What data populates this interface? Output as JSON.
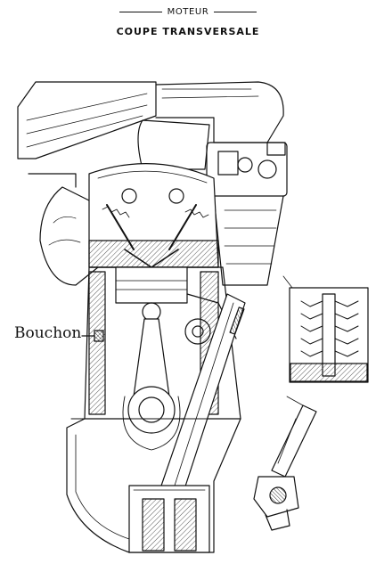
{
  "header": {
    "section_label": "MOTEUR",
    "title": "COUPE TRANSVERSALE"
  },
  "callouts": {
    "plug_label": "Bouchon"
  },
  "colors": {
    "ink": "#111111",
    "paper": "#ffffff",
    "hatch": "#444444"
  }
}
